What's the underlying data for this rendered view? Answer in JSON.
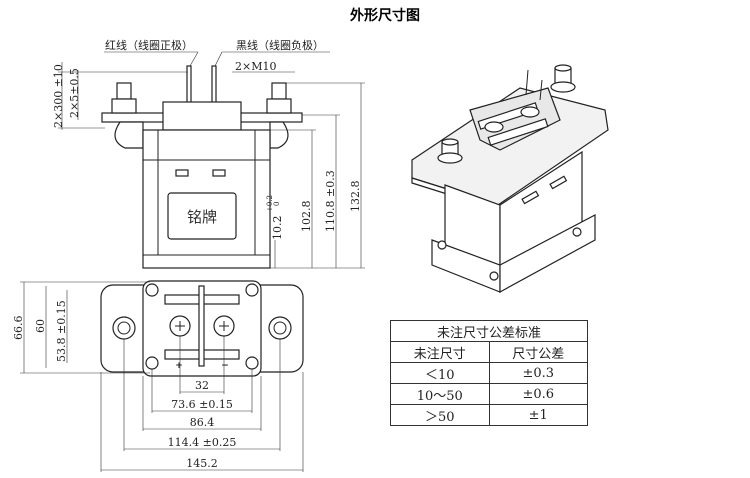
{
  "title": "外形尺寸图",
  "front_view": {
    "red_wire_label": "红线（线圈正极）",
    "black_wire_label": "黑线（线圈负极）",
    "thread_label": "2×M10",
    "wire_length": "2×300 ±10",
    "strip_length": "2×5±0.5",
    "nameplate": "铭牌",
    "dim_10_2": "10.2",
    "dim_10_2_upper_tol": "+0.2",
    "dim_10_2_lower_tol": "0",
    "dim_102_8": "102.8",
    "dim_110_8": "110.8 ±0.3",
    "dim_132_8": "132.8"
  },
  "bottom_view": {
    "dim_66_6": "66.6",
    "dim_60": "60",
    "dim_53_8": "53.8 ±0.15",
    "dim_32": "32",
    "dim_73_6": "73.6 ±0.15",
    "dim_86_4": "86.4",
    "dim_114_4": "114.4 ±0.25",
    "dim_145_2": "145.2",
    "plus_mark": "+",
    "minus_mark": "−"
  },
  "tolerance_table": {
    "caption": "未注尺寸公差标准",
    "headers": [
      "未注尺寸",
      "尺寸公差"
    ],
    "rows": [
      [
        "＜10",
        "±0.3"
      ],
      [
        "10～50",
        "±0.6"
      ],
      [
        "＞50",
        "±1"
      ]
    ]
  }
}
